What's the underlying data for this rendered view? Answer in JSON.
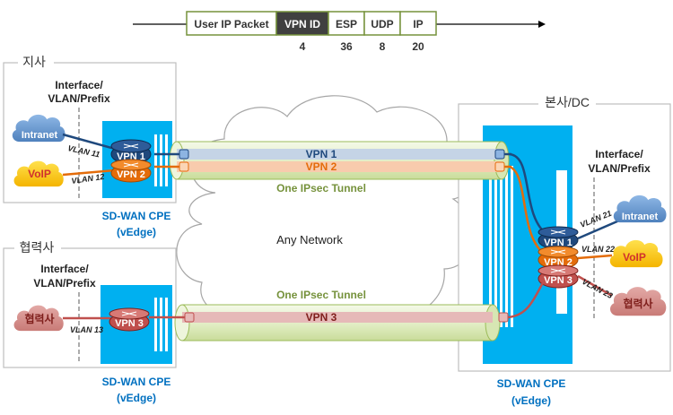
{
  "packet": {
    "fields": [
      "User IP Packet",
      "VPN ID",
      "ESP",
      "UDP",
      "IP"
    ],
    "sizes": [
      "4",
      "36",
      "8",
      "20"
    ]
  },
  "branch": {
    "title": "지사",
    "interface_label": [
      "Interface/",
      "VLAN/Prefix"
    ],
    "clouds": [
      "Intranet",
      "VoIP"
    ],
    "vlans": [
      "VLAN 11",
      "VLAN 12"
    ],
    "vpns": [
      "VPN 1",
      "VPN 2"
    ],
    "cpe_label": [
      "SD-WAN CPE",
      "(vEdge)"
    ]
  },
  "partner": {
    "title": "협력사",
    "interface_label": [
      "Interface/",
      "VLAN/Prefix"
    ],
    "cloud": "협력사",
    "vlan": "VLAN 13",
    "vpn": "VPN 3",
    "cpe_label": [
      "SD-WAN CPE",
      "(vEdge)"
    ]
  },
  "hq": {
    "title": "본사/DC",
    "interface_label": [
      "Interface/",
      "VLAN/Prefix"
    ],
    "clouds": [
      "Intranet",
      "VoIP",
      "협력사"
    ],
    "vlans": [
      "VLAN 21",
      "VLAN 22",
      "VLAN 23"
    ],
    "vpns": [
      "VPN 1",
      "VPN 2",
      "VPN 3"
    ],
    "cpe_label": [
      "SD-WAN CPE",
      "(vEdge)"
    ]
  },
  "network": {
    "cloud_label": "Any Network",
    "tunnels": [
      "One IPsec Tunnel",
      "One IPsec Tunnel"
    ],
    "tunnel_vpns": [
      "VPN 1",
      "VPN 2",
      "VPN 3"
    ]
  },
  "colors": {
    "vpn1": "#1f497d",
    "vpn2": "#e46c0a",
    "vpn3": "#c0504d",
    "cpe": "#00b0f0",
    "tunnel_text": "#76923c",
    "label_blue": "#0070c0"
  }
}
